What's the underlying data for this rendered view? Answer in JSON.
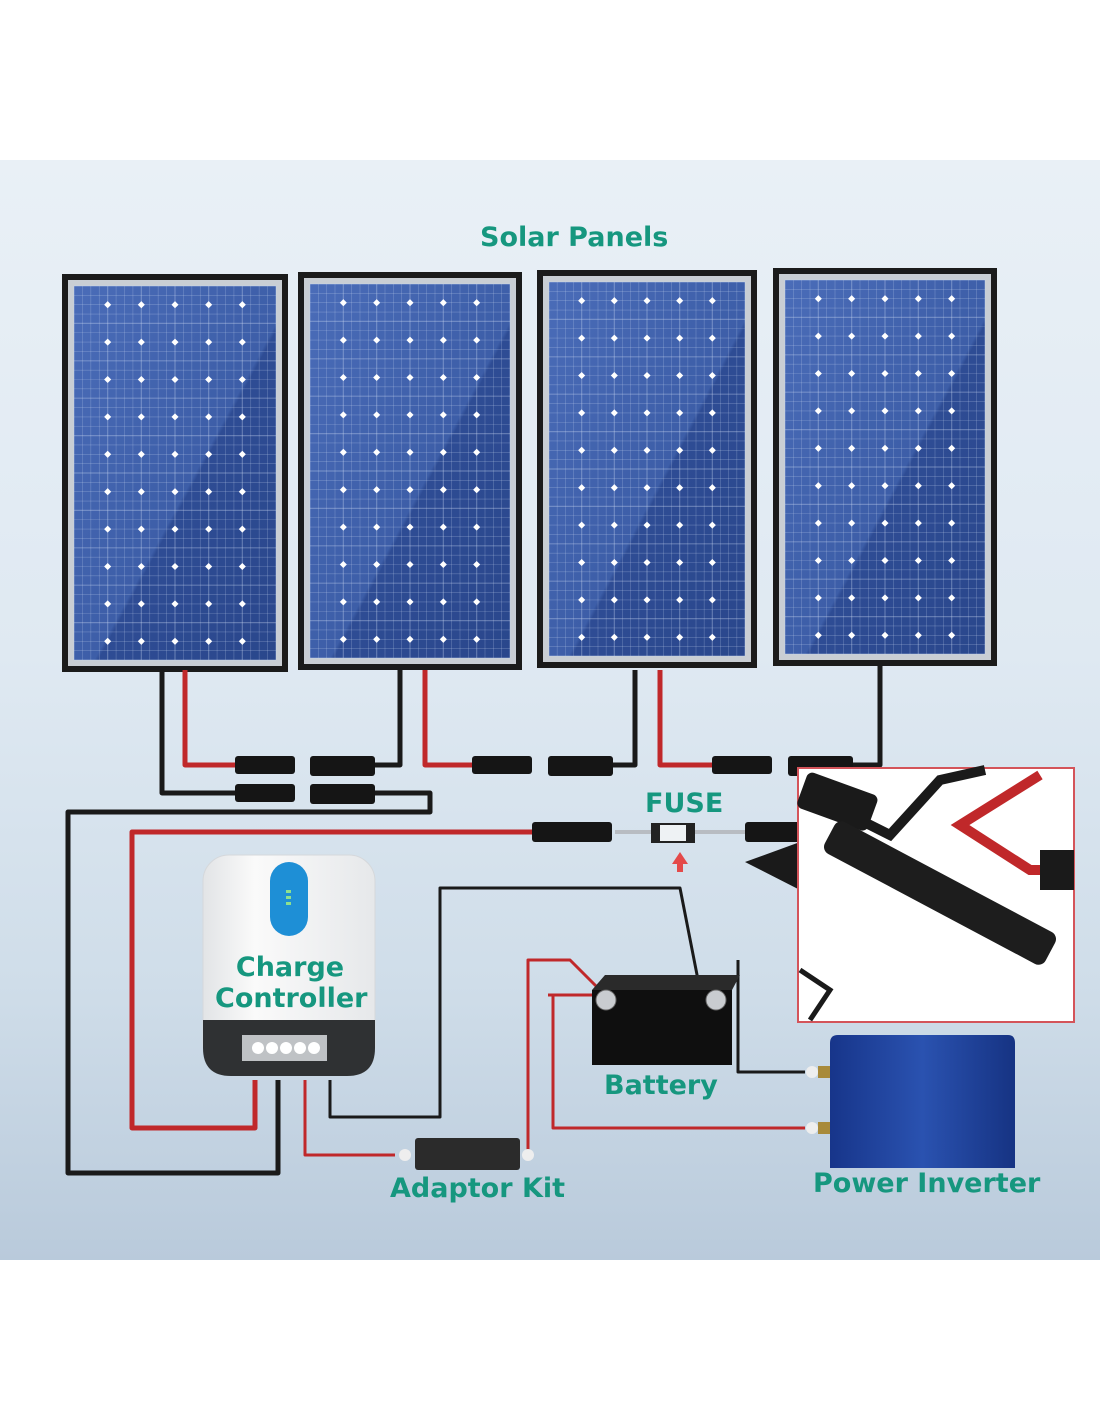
{
  "labels": {
    "solar_panels": "Solar Panels",
    "fuse": "FUSE",
    "charge_controller_line1": "Charge",
    "charge_controller_line2": "Controller",
    "battery": "Battery",
    "adaptor_kit": "Adaptor Kit",
    "power_inverter": "Power Inverter"
  },
  "colors": {
    "label": "#16977f",
    "panel_cell": "#3a5ba8",
    "wire_red": "#c0282a",
    "wire_black": "#1a1a1a",
    "controller_button": "#1e8fd6",
    "inverter": "#1d3f93",
    "inset_border": "#d4545a"
  },
  "panel_count": 4
}
